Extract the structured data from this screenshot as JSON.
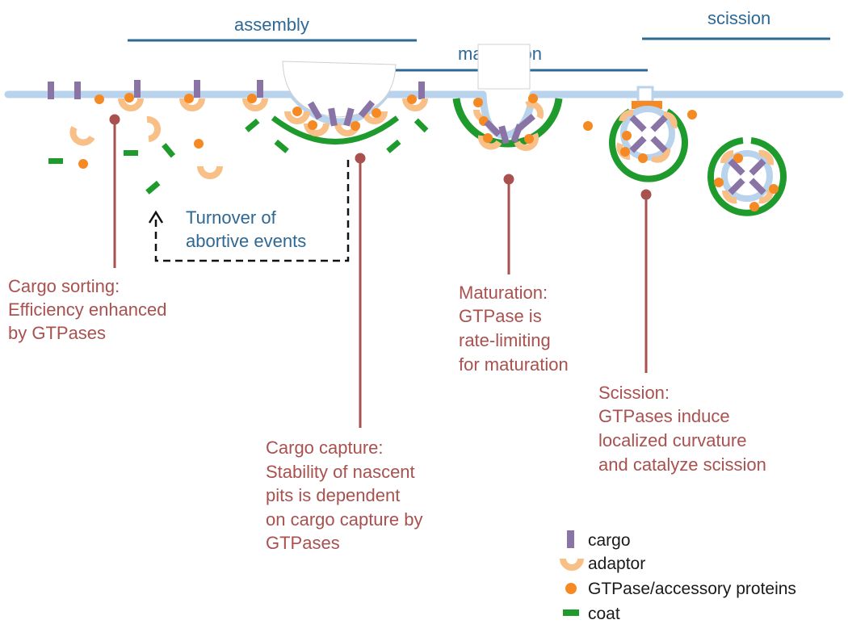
{
  "stages": {
    "assembly": "assembly",
    "maturation": "maturation",
    "scission": "scission"
  },
  "turnover": {
    "line1": "Turnover of",
    "line2": "abortive events"
  },
  "notes": {
    "cargo_sorting": [
      "Cargo sorting:",
      "Efficiency enhanced",
      "by GTPases"
    ],
    "cargo_capture": [
      "Cargo capture:",
      "Stability of nascent",
      "pits is dependent",
      "on cargo capture by",
      "GTPases"
    ],
    "maturation": [
      "Maturation:",
      "GTPase is",
      "rate-limiting",
      "for maturation"
    ],
    "scission": [
      "Scission:",
      "GTPases induce",
      "localized curvature",
      "and catalyze scission"
    ]
  },
  "legend": {
    "cargo": "cargo",
    "adaptor": "adaptor",
    "gtpase": "GTPase/accessory proteins",
    "coat": "coat"
  },
  "colors": {
    "membrane": "#b9d3ec",
    "cargo": "#8a74a6",
    "adaptor": "#f8bf86",
    "gtpase": "#f58a24",
    "coat": "#1f9a2c",
    "stage_text": "#2e6893",
    "stage_line": "#2e6893",
    "note_text": "#a8514f",
    "pin": "#a8514f"
  }
}
